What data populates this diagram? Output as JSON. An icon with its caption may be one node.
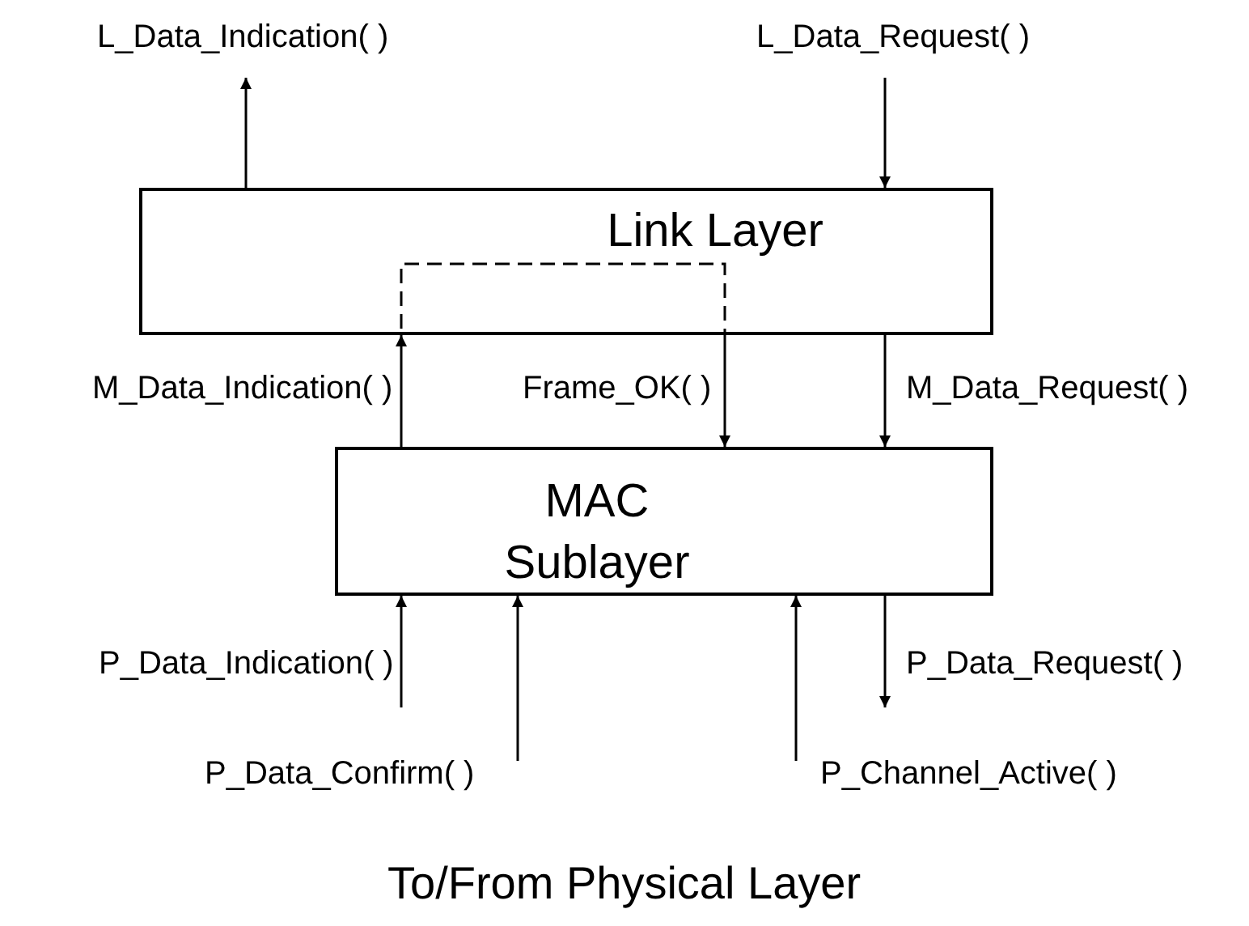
{
  "diagram": {
    "nodes": [
      {
        "text": [
          "Link Layer"
        ]
      },
      {
        "text": [
          "MAC Sublayer"
        ]
      }
    ],
    "edges": [
      {
        "from": 0,
        "to": null,
        "arrow": "to",
        "label": "L_Data_Indication( )"
      },
      {
        "from": null,
        "to": 0,
        "arrow": "to",
        "label": "L_Data_Request( )"
      },
      {
        "from": 1,
        "to": 0,
        "arrow": "to",
        "label": "M_Data_Indication( )"
      },
      {
        "from": 0,
        "to": 1,
        "arrow": "to",
        "label": "Frame_OK( )"
      },
      {
        "from": 0,
        "to": 1,
        "arrow": "to",
        "label": "M_Data_Request( )"
      },
      {
        "from": null,
        "to": 1,
        "arrow": "to",
        "label": "P_Data_Indication( )"
      },
      {
        "from": null,
        "to": 1,
        "arrow": "to",
        "label": "P_Data_Confirm( )"
      },
      {
        "from": null,
        "to": 1,
        "arrow": "to",
        "label": "P_Channel_Active( )"
      },
      {
        "from": 1,
        "to": null,
        "arrow": "to",
        "label": "P_Data_Request( )"
      }
    ],
    "labels": [
      "To/From Physical Layer"
    ]
  }
}
